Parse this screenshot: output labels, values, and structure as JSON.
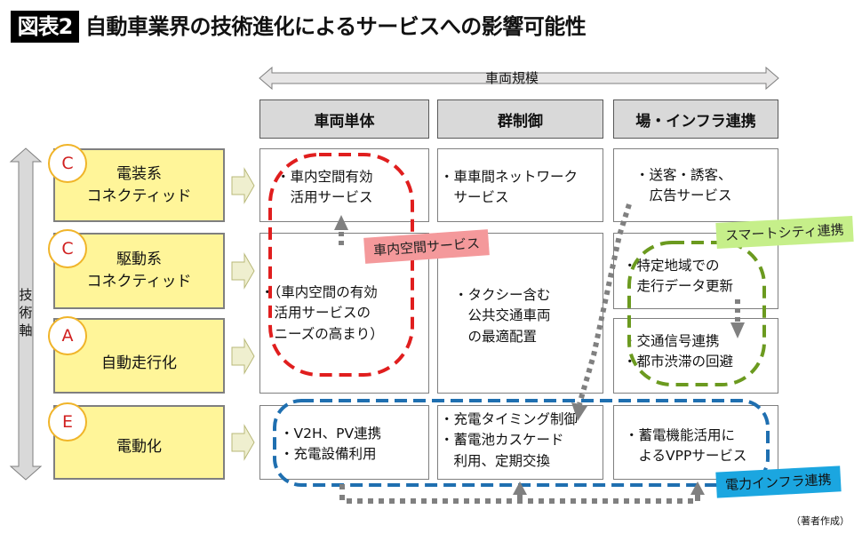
{
  "title": {
    "badge": "図表2",
    "text": "自動車業界の技術進化によるサービスへの影響可能性"
  },
  "axes": {
    "horizontal_label": "車両規模",
    "vertical_label": [
      "技",
      "術",
      "軸"
    ]
  },
  "columns": [
    {
      "label": "車両単体"
    },
    {
      "label": "群制御"
    },
    {
      "label": "場・インフラ連携"
    }
  ],
  "rows": [
    {
      "badge": "C",
      "lines": [
        "電装系",
        "コネクティッド"
      ]
    },
    {
      "badge": "C",
      "lines": [
        "駆動系",
        "コネクティッド"
      ]
    },
    {
      "badge": "A",
      "lines": [
        "自動走行化"
      ]
    },
    {
      "badge": "E",
      "lines": [
        "電動化"
      ]
    }
  ],
  "cells": {
    "r1c1": [
      "・車内空間有効",
      "　活用サービス"
    ],
    "r1c2": [
      "・車車間ネットワーク",
      "　サービス"
    ],
    "r1c3": [
      "・送客・誘客、",
      "　広告サービス"
    ],
    "r23c1": [
      "・（車内空間の有効",
      "　活用サービスの",
      "　ニーズの高まり）"
    ],
    "r23c2": [
      "・タクシー含む",
      "　公共交通車両",
      "　の最適配置"
    ],
    "r2c3": [
      "・特定地域での",
      "　走行データ更新"
    ],
    "r3c3": [
      "・交通信号連携",
      "・都市渋滞の回避"
    ],
    "r4c1": [
      "・V2H、PV連携",
      "・充電設備利用"
    ],
    "r4c2": [
      "・充電タイミング制御",
      "・蓄電池カスケード",
      "　利用、定期交換"
    ],
    "r4c3": [
      "・蓄電機能活用に",
      "　よるVPPサービス"
    ]
  },
  "tags": {
    "in_vehicle": "車内空間サービス",
    "smart_city": "スマートシティ連携",
    "power_infra": "電力インフラ連携"
  },
  "colors": {
    "in_vehicle": "#e01e1e",
    "smart_city": "#6b9a1f",
    "power_infra": "#1f6fb0",
    "flow_arrow": "#808080",
    "row_fill": "#fff599",
    "badge_border": "#f0b429"
  },
  "credit": "（著者作成）"
}
